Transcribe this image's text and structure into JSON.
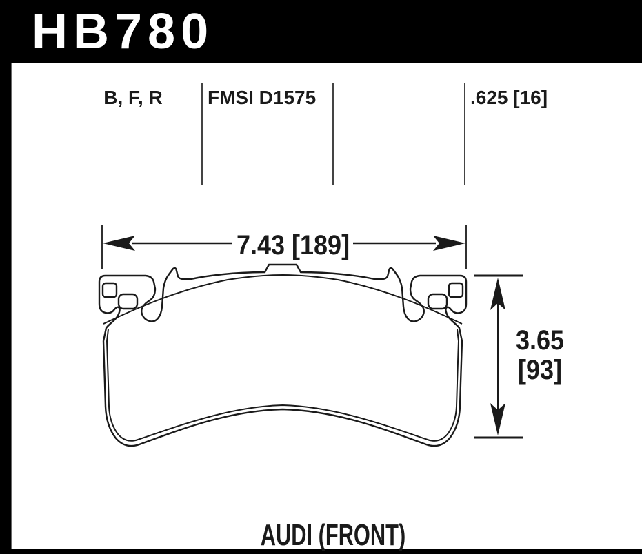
{
  "header": {
    "part_number": "HB780"
  },
  "spec_row": {
    "compounds": "B, F, R",
    "fmsi": "FMSI D1575",
    "thickness": ".625 [16]"
  },
  "drawing": {
    "width_label": "7.43 [189]",
    "height_label_inches": "3.65",
    "height_label_mm": "[93]"
  },
  "footer": {
    "application": "AUDI (FRONT)"
  },
  "colors": {
    "frame": "#000000",
    "header_text": "#ffffff",
    "line": "#1a1a1a",
    "divider": "#444444",
    "background": "#ffffff"
  }
}
